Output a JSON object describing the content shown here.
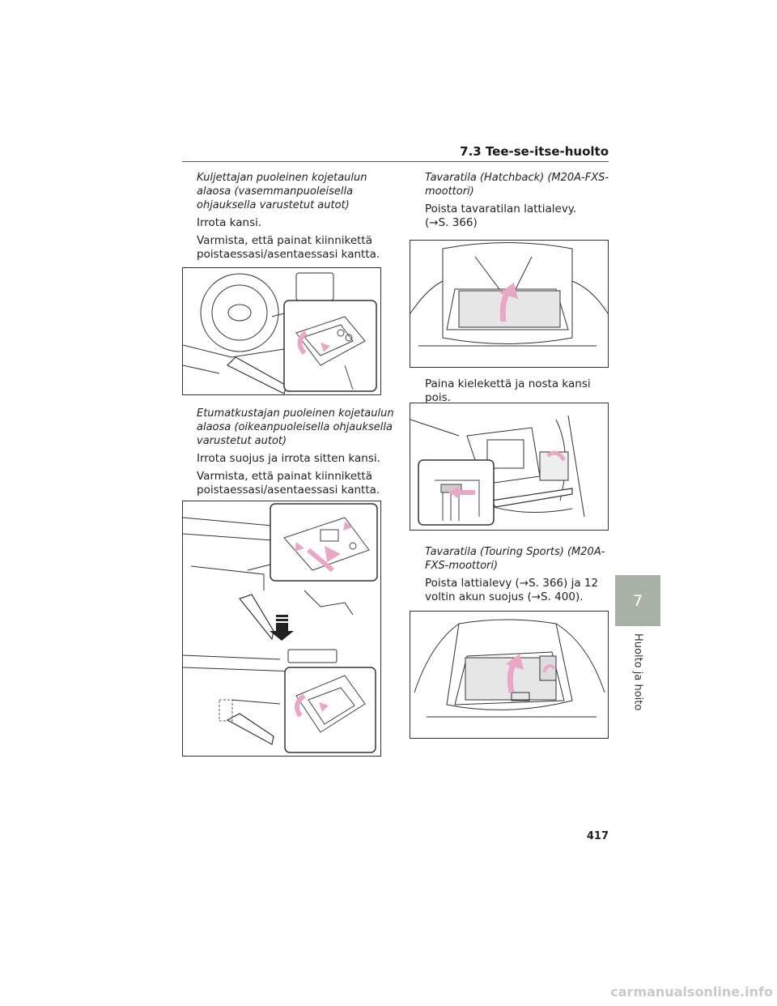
{
  "header": {
    "section_title": "7.3 Tee-se-itse-huolto"
  },
  "left_column": {
    "step1": {
      "heading": "Kuljettajan puoleinen kojetaulun alaosa (vasemmanpuoleisella ohjauksella varustetut autot)",
      "line1": "Irrota kansi.",
      "line2": "Varmista, että painat kiinnikettä poistaessasi/asentaessasi kantta."
    },
    "step2": {
      "heading": "Etumatkustajan puoleinen kojetaulun alaosa (oikeanpuoleisella ohjauksella varustetut autot)",
      "line1": "Irrota suojus ja irrota sitten kansi.",
      "line2": "Varmista, että painat kiinnikettä poistaessasi/asentaessasi kantta."
    }
  },
  "right_column": {
    "step3": {
      "heading": "Tavaratila (Hatchback) (M20A-FXS-moottori)",
      "line1": "Poista tavaratilan lattialevy.",
      "line2": "(→S. 366)",
      "line3": "Paina kielekettä ja nosta kansi pois."
    },
    "step4": {
      "heading": "Tavaratila (Touring Sports) (M20A-FXS-moottori)",
      "line1": "Poista lattialevy (→S. 366) ja 12 voltin akun suojus (→S. 400)."
    }
  },
  "side_tab": {
    "chapter_number": "7",
    "chapter_title": "Huolto ja hoito"
  },
  "footer": {
    "page_number": "417",
    "watermark": "carmanualsonline.info"
  },
  "colors": {
    "arrow_pink": "#e9a6c6",
    "tab_gray": "#a9b1a7"
  }
}
